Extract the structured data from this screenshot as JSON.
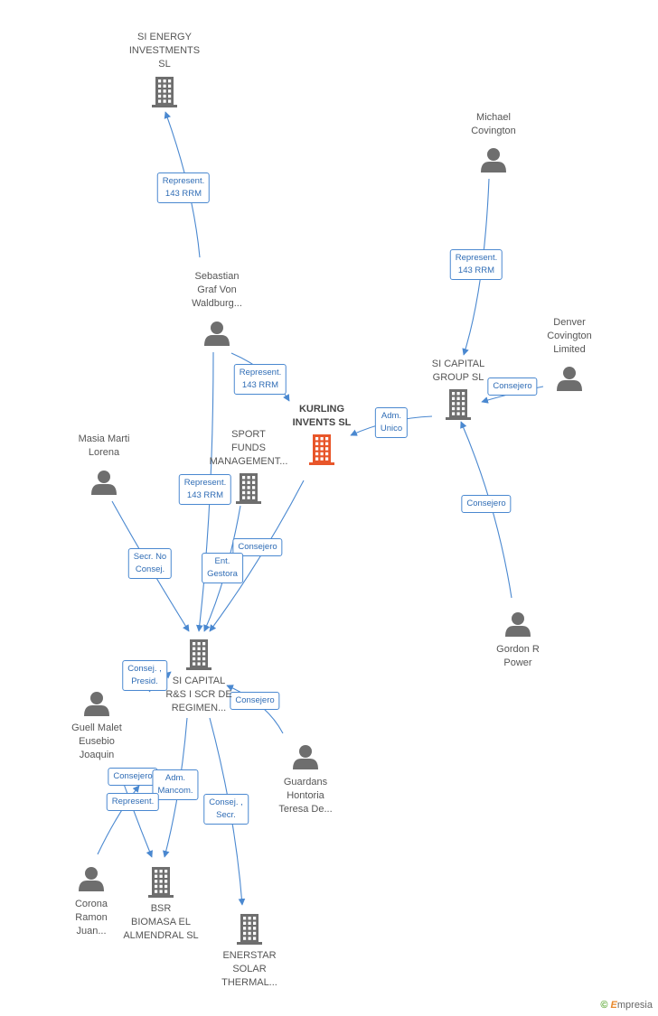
{
  "colors": {
    "edge": "#4a88d0",
    "node": "#6e6e6e",
    "focus": "#e8562a"
  },
  "nodes": [
    {
      "id": "si_energy",
      "type": "company",
      "label_lines": [
        "SI ENERGY",
        "INVESTMENTS",
        "SL"
      ]
    },
    {
      "id": "michael",
      "type": "person",
      "label_lines": [
        "Michael",
        "Covington"
      ]
    },
    {
      "id": "sebastian",
      "type": "person",
      "label_lines": [
        "Sebastian",
        "Graf Von",
        "Waldburg..."
      ]
    },
    {
      "id": "denver",
      "type": "person",
      "label_lines": [
        "Denver",
        "Covington",
        "Limited"
      ]
    },
    {
      "id": "si_capital_group",
      "type": "company",
      "label_lines": [
        "SI CAPITAL",
        "GROUP SL"
      ]
    },
    {
      "id": "kurling",
      "type": "company",
      "main": true,
      "label_lines": [
        "KURLING",
        "INVENTS SL"
      ]
    },
    {
      "id": "sport_funds",
      "type": "company",
      "label_lines": [
        "SPORT",
        "FUNDS",
        "MANAGEMENT..."
      ]
    },
    {
      "id": "masia",
      "type": "person",
      "label_lines": [
        "Masia Marti",
        "Lorena"
      ]
    },
    {
      "id": "gordon",
      "type": "person",
      "label_lines": [
        "Gordon R",
        "Power"
      ]
    },
    {
      "id": "si_capital_rs",
      "type": "company",
      "label_lines": [
        "SI CAPITAL",
        "R&S I SCR DE",
        "REGIMEN..."
      ]
    },
    {
      "id": "guell",
      "type": "person",
      "label_lines": [
        "Guell Malet",
        "Eusebio",
        "Joaquin"
      ]
    },
    {
      "id": "guardans",
      "type": "person",
      "label_lines": [
        "Guardans",
        "Hontoria",
        "Teresa De..."
      ]
    },
    {
      "id": "corona",
      "type": "person",
      "label_lines": [
        "Corona",
        "Ramon",
        "Juan..."
      ]
    },
    {
      "id": "bsr",
      "type": "company",
      "label_lines": [
        "BSR",
        "BIOMASA EL",
        "ALMENDRAL SL"
      ]
    },
    {
      "id": "enerstar",
      "type": "company",
      "label_lines": [
        "ENERSTAR",
        "SOLAR",
        "THERMAL..."
      ]
    }
  ],
  "edges": [
    {
      "from": "sebastian",
      "to": "si_energy",
      "label_lines": [
        "Represent.",
        "143 RRM"
      ]
    },
    {
      "from": "michael",
      "to": "si_capital_group",
      "label_lines": [
        "Represent.",
        "143 RRM"
      ]
    },
    {
      "from": "sebastian",
      "to": "kurling",
      "label_lines": [
        "Represent.",
        "143 RRM"
      ]
    },
    {
      "from": "denver",
      "to": "si_capital_group",
      "label_lines": [
        "Consejero"
      ]
    },
    {
      "from": "si_capital_group",
      "to": "kurling",
      "label_lines": [
        "Adm.",
        "Unico"
      ]
    },
    {
      "from": "gordon",
      "to": "si_capital_group",
      "label_lines": [
        "Consejero"
      ]
    },
    {
      "from": "sebastian",
      "to": "si_capital_rs",
      "label_lines": [
        "Represent.",
        "143 RRM"
      ]
    },
    {
      "from": "masia",
      "to": "si_capital_rs",
      "label_lines": [
        "Secr.  No",
        "Consej."
      ]
    },
    {
      "from": "kurling",
      "to": "si_capital_rs",
      "label_lines": [
        "Consejero"
      ]
    },
    {
      "from": "sport_funds",
      "to": "si_capital_rs",
      "label_lines": [
        "Ent.",
        "Gestora"
      ]
    },
    {
      "from": "guell",
      "to": "si_capital_rs",
      "label_lines": [
        "Consej. ,",
        "Presid."
      ]
    },
    {
      "from": "guardans",
      "to": "si_capital_rs",
      "label_lines": [
        "Consejero"
      ]
    },
    {
      "from": "guell",
      "to": "bsr",
      "label_lines": [
        "Consejero"
      ]
    },
    {
      "from": "si_capital_rs",
      "to": "bsr",
      "label_lines": [
        "Adm.",
        "Mancom."
      ]
    },
    {
      "from": "corona",
      "to": "bsr",
      "label_lines": [
        "Represent."
      ]
    },
    {
      "from": "si_capital_rs",
      "to": "enerstar",
      "label_lines": [
        "Consej. ,",
        "Secr."
      ]
    }
  ],
  "brand": {
    "symbol": "©",
    "initial": "E",
    "rest": "mpresia"
  }
}
